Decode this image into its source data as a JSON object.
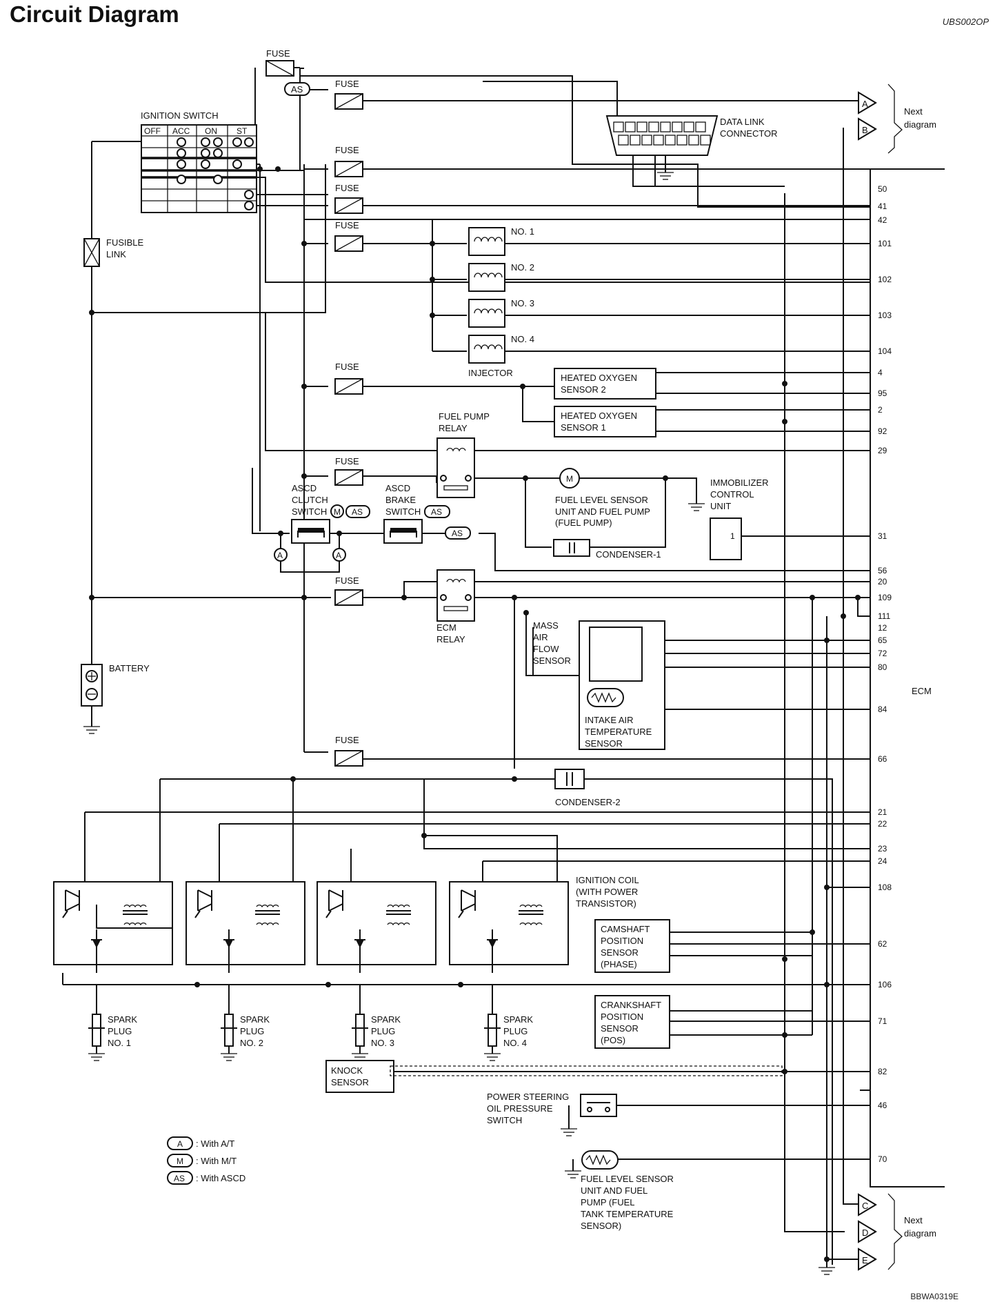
{
  "header": {
    "title": "Circuit Diagram",
    "code": "UBS002OP"
  },
  "footer": {
    "code": "BBWA0319E"
  },
  "ignition_switch": {
    "label": "IGNITION SWITCH",
    "positions": [
      "OFF",
      "ACC",
      "ON",
      "ST"
    ]
  },
  "labels": {
    "fuse": "FUSE",
    "fusible_link": [
      "FUSIBLE",
      "LINK"
    ],
    "battery": "BATTERY",
    "data_link_connector": [
      "DATA LINK",
      "CONNECTOR"
    ],
    "next_diagram": [
      "Next",
      "diagram"
    ],
    "injectors": [
      "NO. 1",
      "NO. 2",
      "NO. 3",
      "NO. 4"
    ],
    "injector": "INJECTOR",
    "ho2s2": [
      "HEATED OXYGEN",
      "SENSOR 2"
    ],
    "ho2s1": [
      "HEATED OXYGEN",
      "SENSOR 1"
    ],
    "fuel_pump_relay": [
      "FUEL PUMP",
      "RELAY"
    ],
    "ascd_clutch": [
      "ASCD",
      "CLUTCH",
      "SWITCH"
    ],
    "ascd_brake": [
      "ASCD",
      "BRAKE",
      "SWITCH"
    ],
    "fuel_pump": [
      "FUEL LEVEL SENSOR",
      "UNIT AND FUEL PUMP",
      "(FUEL PUMP)"
    ],
    "condenser_1": "CONDENSER-1",
    "immobilizer": [
      "IMMOBILIZER",
      "CONTROL",
      "UNIT"
    ],
    "immobilizer_pin": "1",
    "ecm_relay": [
      "ECM",
      "RELAY"
    ],
    "maf_sensor": [
      "MASS",
      "AIR",
      "FLOW",
      "SENSOR"
    ],
    "iat_sensor": [
      "INTAKE AIR",
      "TEMPERATURE",
      "SENSOR"
    ],
    "ecm": "ECM",
    "condenser_2": "CONDENSER-2",
    "ignition_coil": [
      "IGNITION COIL",
      "(WITH POWER",
      "TRANSISTOR)"
    ],
    "camshaft_sensor": [
      "CAMSHAFT",
      "POSITION",
      "SENSOR",
      "(PHASE)"
    ],
    "crankshaft_sensor": [
      "CRANKSHAFT",
      "POSITION",
      "SENSOR",
      "(POS)"
    ],
    "spark_plugs": [
      [
        "SPARK",
        "PLUG",
        "NO. 1"
      ],
      [
        "SPARK",
        "PLUG",
        "NO. 2"
      ],
      [
        "SPARK",
        "PLUG",
        "NO. 3"
      ],
      [
        "SPARK",
        "PLUG",
        "NO. 4"
      ]
    ],
    "knock_sensor": [
      "KNOCK",
      "SENSOR"
    ],
    "power_steering": [
      "POWER STEERING",
      "OIL PRESSURE",
      "SWITCH"
    ],
    "fuel_tank_temp": [
      "FUEL LEVEL SENSOR",
      "UNIT AND FUEL",
      "PUMP (FUEL",
      "TANK TEMPERATURE",
      "SENSOR)"
    ]
  },
  "connectors": {
    "top": [
      "A",
      "B"
    ],
    "bottom": [
      "C",
      "D",
      "E"
    ]
  },
  "ecm_pins": [
    "50",
    "41",
    "42",
    "101",
    "102",
    "103",
    "104",
    "4",
    "95",
    "2",
    "92",
    "29",
    "31",
    "56",
    "20",
    "109",
    "111",
    "12",
    "65",
    "72",
    "80",
    "84",
    "66",
    "21",
    "22",
    "23",
    "24",
    "108",
    "62",
    "106",
    "71",
    "82",
    "46",
    "70"
  ],
  "legend": [
    {
      "symbol": "A",
      "text": ": With A/T"
    },
    {
      "symbol": "M",
      "text": ": With M/T"
    },
    {
      "symbol": "AS",
      "text": ": With ASCD"
    }
  ],
  "badges": {
    "as": "AS",
    "m": "M",
    "a": "A"
  }
}
